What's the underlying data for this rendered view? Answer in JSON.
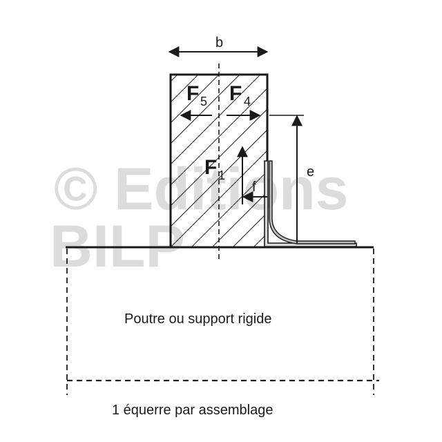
{
  "labels": {
    "width": "b",
    "height": "e",
    "force_5": "F",
    "force_5_sub": "5",
    "force_4": "F",
    "force_4_sub": "4",
    "force_1": "F",
    "force_1_sub": "1",
    "friction": "f",
    "support": "Poutre ou support rigide",
    "caption": "1 équerre par assemblage"
  },
  "watermark": {
    "line1": "© Editions",
    "line2": "BILP"
  }
}
